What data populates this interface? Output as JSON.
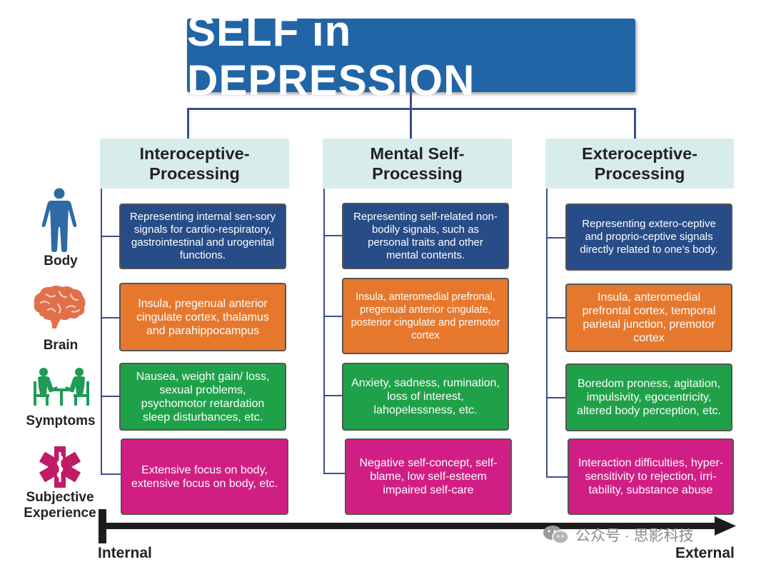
{
  "title": "SELF in DEPRESSION",
  "columns": [
    {
      "heading_line1": "Interoceptive-",
      "heading_line2": "Processing",
      "body": "Representing internal sen-sory signals for cardio-respiratory, gastrointestinal and urogenital  functions.",
      "brain": "Insula, pregenual anterior cingulate cortex, thalamus and parahippocampus",
      "symptoms": "Nausea, weight gain/ loss, sexual problems, psychomotor retardation sleep disturbances, etc.",
      "subjective": "Extensive focus on body, extensive focus on body, etc."
    },
    {
      "heading_line1": "Mental Self-",
      "heading_line2": "Processing",
      "body": "Representing self-related non-bodily signals, such as personal traits and other mental contents.",
      "brain": "Insula, anteromedial prefronal, pregenual anterior cingulate, posterior cingulate and premotor cortex",
      "symptoms": "Anxiety,  sadness, rumination, loss of interest, lahopelessness, etc.",
      "subjective": "Negative self-concept, self-blame, low self-esteem impaired self-care"
    },
    {
      "heading_line1": "Exteroceptive-",
      "heading_line2": "Processing",
      "body": "Representing extero-ceptive and proprio-ceptive signals directly related to one's body.",
      "brain": "Insula, anteromedial prefrontal cortex, temporal parietal junction, premotor cortex",
      "symptoms": "Boredom proness, agitation, impulsivity, egocentricity, altered body perception, etc.",
      "subjective": "Interaction difficulties, hyper-sensitivity to rejection, irri-tability, substance abuse"
    }
  ],
  "rows": {
    "body": "Body",
    "brain": "Brain",
    "symptoms": "Symptoms",
    "subjective_line1": "Subjective",
    "subjective_line2": "Experience"
  },
  "axis": {
    "left": "Internal",
    "right": "External"
  },
  "watermark": "公众号 · 思影科技",
  "colors": {
    "title": "#2165a6",
    "header_bg": "#d9ecec",
    "body_box": "#274c87",
    "brain_box": "#e6782e",
    "symptoms_box": "#1fa14a",
    "subjective_box": "#d11e85",
    "connector": "#3d4d8e",
    "body_icon": "#2d6aa6",
    "brain_icon": "#e1704a",
    "symptoms_icon": "#1f9b57",
    "subjective_icon": "#c01b66"
  },
  "icons": {
    "body": "human-figure-icon",
    "brain": "brain-icon",
    "symptoms": "patient-doctor-consultation-icon",
    "subjective": "medical-star-of-life-icon",
    "watermark": "wechat-icon"
  }
}
